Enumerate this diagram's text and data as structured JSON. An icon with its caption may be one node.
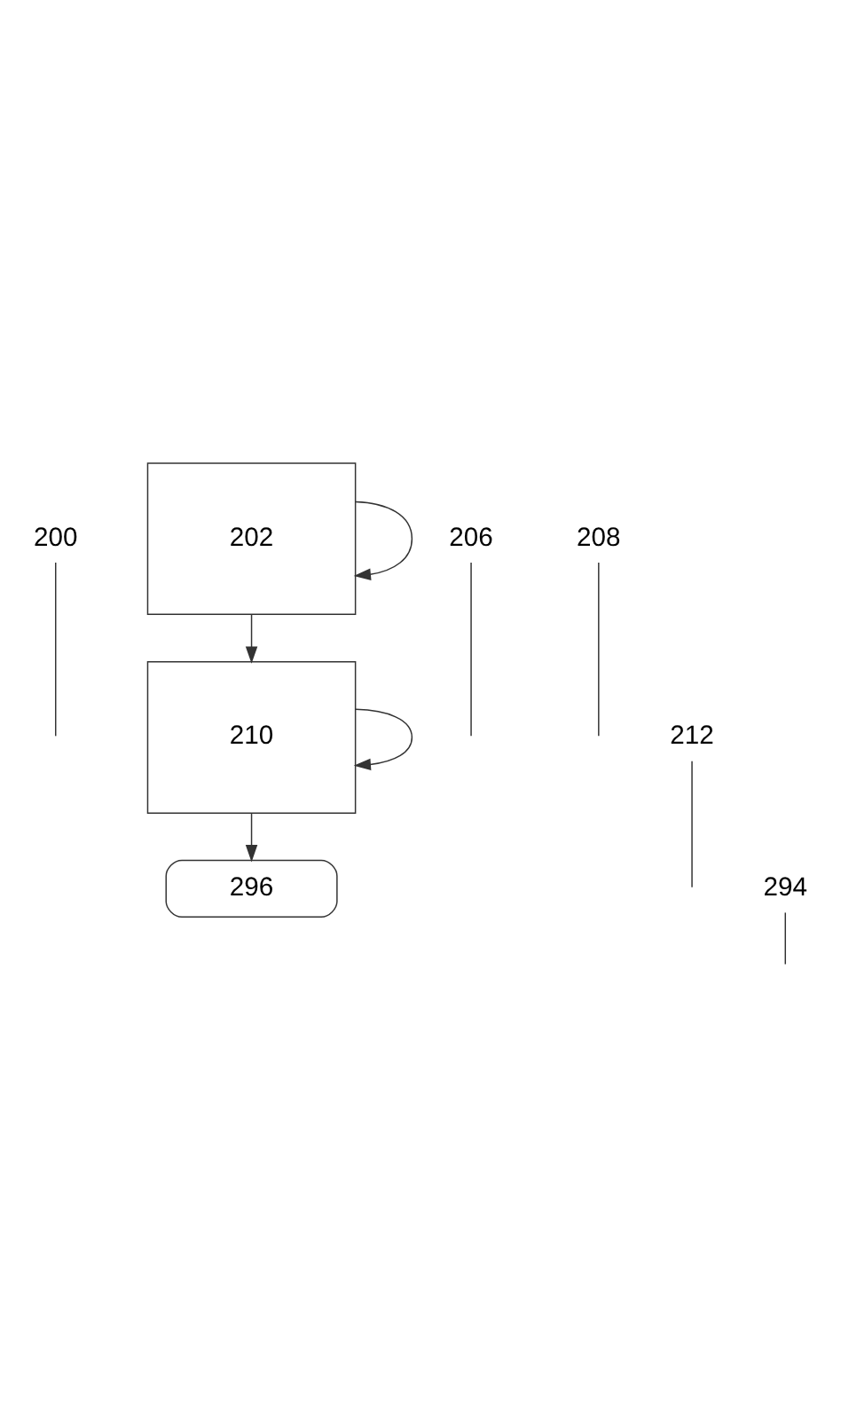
{
  "diagram": {
    "nodes": [
      {
        "text": [
          "200"
        ]
      },
      {
        "text": [
          "202"
        ]
      },
      {
        "text": [
          "206"
        ]
      },
      {
        "text": [
          "208"
        ]
      },
      {
        "text": [
          "210"
        ]
      },
      {
        "text": [
          "212"
        ]
      },
      {
        "text": [
          "294"
        ]
      },
      {
        "text": [
          "296"
        ]
      }
    ],
    "edges": [
      {
        "from": 1,
        "to": 1,
        "arrow": "to"
      },
      {
        "from": 1,
        "to": 4,
        "arrow": "to"
      },
      {
        "from": 4,
        "to": 4,
        "arrow": "to"
      },
      {
        "from": 4,
        "to": 7,
        "arrow": "to"
      },
      {
        "from": 0,
        "to": null,
        "arrow": "none"
      },
      {
        "from": 2,
        "to": null,
        "arrow": "none"
      },
      {
        "from": 3,
        "to": null,
        "arrow": "none"
      },
      {
        "from": 5,
        "to": null,
        "arrow": "none"
      },
      {
        "from": 6,
        "to": null,
        "arrow": "none"
      }
    ]
  }
}
